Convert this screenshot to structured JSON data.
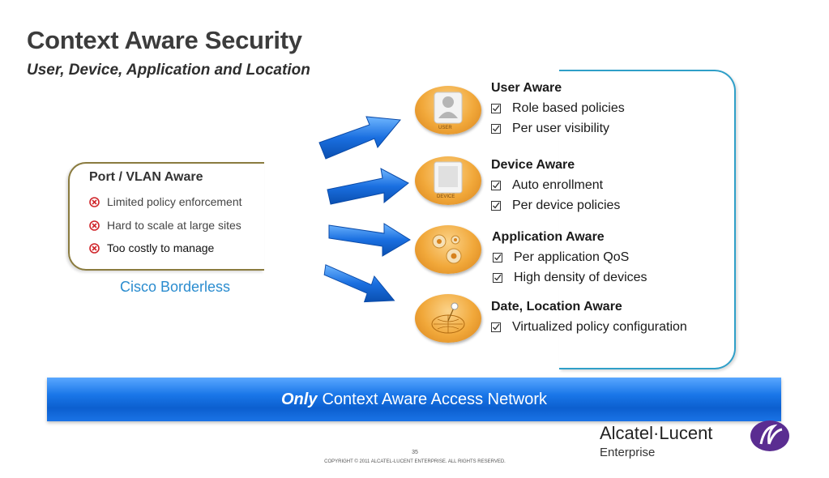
{
  "slide": {
    "title": "Context Aware Security",
    "subtitle": "User, Device, Application and Location"
  },
  "left_panel": {
    "heading": "Port / VLAN Aware",
    "items": [
      "Limited policy enforcement",
      "Hard to scale at large sites",
      "Too costly to manage"
    ],
    "footer": "Cisco Borderless"
  },
  "sections": [
    {
      "heading": "User Aware",
      "icon": "user-icon",
      "icon_label": "USER",
      "items": [
        "Role based policies",
        "Per user visibility"
      ]
    },
    {
      "heading": "Device Aware",
      "icon": "device-icon",
      "icon_label": "DEVICE",
      "items": [
        "Auto enrollment",
        "Per device policies"
      ]
    },
    {
      "heading": "Application Aware",
      "icon": "gears-icon",
      "items": [
        "Per application QoS",
        "High density of devices"
      ]
    },
    {
      "heading": "Date, Location Aware",
      "icon": "location-globe-icon",
      "items": [
        "Virtualized policy configuration"
      ]
    }
  ],
  "banner": {
    "emphasis": "Only",
    "text": "Context Aware Access Network"
  },
  "footer": {
    "page_number": "35",
    "copyright": "COPYRIGHT © 2011 ALCATEL-LUCENT ENTERPRISE.  ALL RIGHTS RESERVED.",
    "logo_name": "Alcatel·Lucent",
    "logo_sub": "Enterprise"
  },
  "colors": {
    "accent_blue": "#1a73e6",
    "bracket": "#2f9fc8",
    "orange": "#f1a83a",
    "logo_purple": "#5a2d91",
    "x_mark": "#d0262b"
  }
}
